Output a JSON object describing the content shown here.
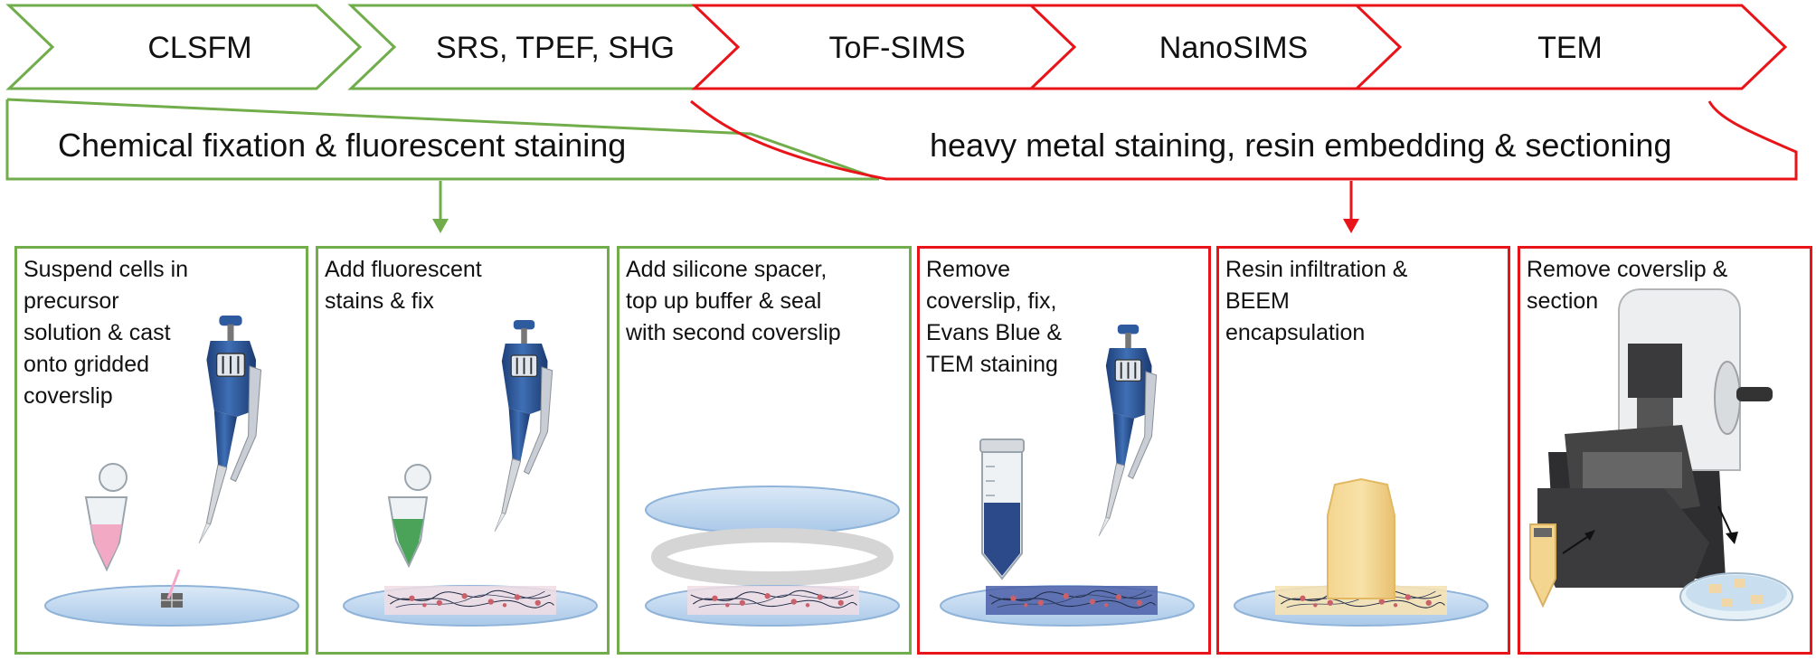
{
  "colors": {
    "green": "#71ad4b",
    "red": "#e8141a"
  },
  "chevrons": [
    {
      "label": "CLSFM",
      "color": "green"
    },
    {
      "label": "SRS, TPEF, SHG",
      "color": "green"
    },
    {
      "label": "ToF-SIMS",
      "color": "red"
    },
    {
      "label": "NanoSIMS",
      "color": "red"
    },
    {
      "label": "TEM",
      "color": "red"
    }
  ],
  "banners": {
    "left": "Chemical fixation & fluorescent staining",
    "right": "heavy metal staining, resin embedding & sectioning"
  },
  "steps": [
    {
      "text": "Suspend cells in\nprecursor\nsolution & cast\nonto gridded\ncoverslip",
      "color": "green",
      "icon": "pipette-icon"
    },
    {
      "text": "Add fluorescent\nstains & fix",
      "color": "green",
      "icon": "pipette-icon"
    },
    {
      "text": "Add silicone spacer,\ntop up buffer & seal\nwith second coverslip",
      "color": "green",
      "icon": "coverslip-stack-icon"
    },
    {
      "text": "Remove\ncoverslip, fix,\nEvans Blue &\nTEM staining",
      "color": "red",
      "icon": "pipette-icon"
    },
    {
      "text": "Resin infiltration &\nBEEM\nencapsulation",
      "color": "red",
      "icon": "beem-capsule-icon"
    },
    {
      "text": "Remove coverslip &\nsection",
      "color": "red",
      "icon": "microtome-icon"
    }
  ]
}
